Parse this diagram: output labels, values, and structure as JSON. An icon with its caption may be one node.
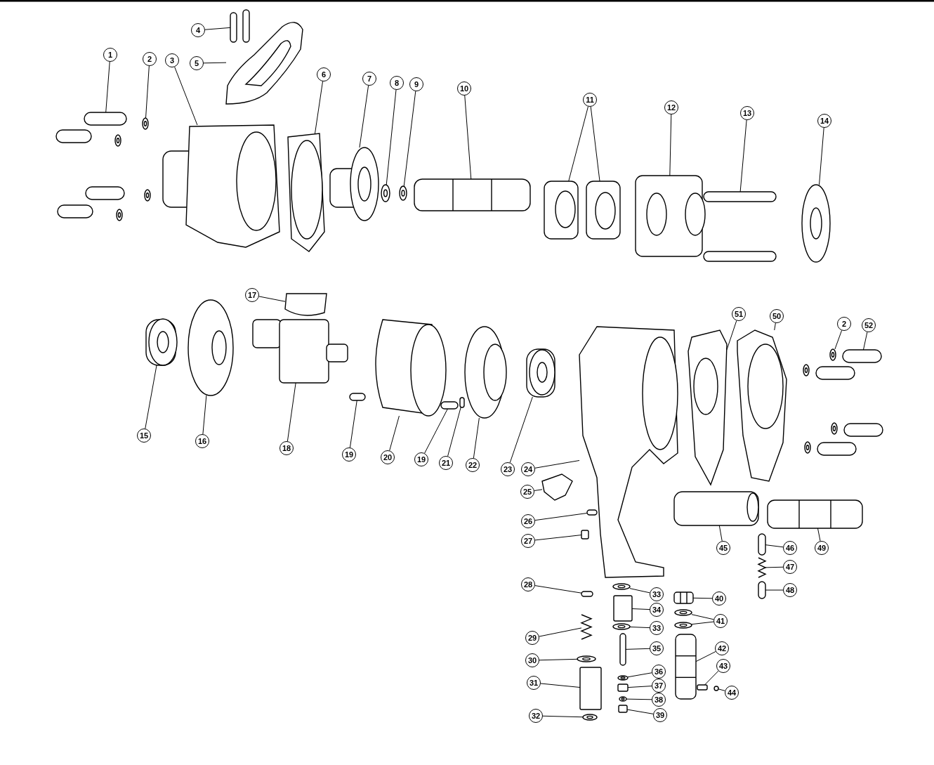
{
  "diagram": {
    "nodes": [
      {
        "text": [
          "1"
        ]
      },
      {
        "text": [
          "2"
        ]
      },
      {
        "text": [
          "3"
        ]
      },
      {
        "text": [
          "4"
        ]
      },
      {
        "text": [
          "5"
        ]
      },
      {
        "text": [
          "6"
        ]
      },
      {
        "text": [
          "7"
        ]
      },
      {
        "text": [
          "8"
        ]
      },
      {
        "text": [
          "9"
        ]
      },
      {
        "text": [
          "10"
        ]
      },
      {
        "text": [
          "11"
        ]
      },
      {
        "text": [
          "12"
        ]
      },
      {
        "text": [
          "13"
        ]
      },
      {
        "text": [
          "14"
        ]
      },
      {
        "text": [
          "15"
        ]
      },
      {
        "text": [
          "16"
        ]
      },
      {
        "text": [
          "17"
        ]
      },
      {
        "text": [
          "18"
        ]
      },
      {
        "text": [
          "19"
        ]
      },
      {
        "text": [
          "20"
        ]
      },
      {
        "text": [
          "19"
        ]
      },
      {
        "text": [
          "21"
        ]
      },
      {
        "text": [
          "22"
        ]
      },
      {
        "text": [
          "23"
        ]
      },
      {
        "text": [
          "24"
        ]
      },
      {
        "text": [
          "25"
        ]
      },
      {
        "text": [
          "26"
        ]
      },
      {
        "text": [
          "27"
        ]
      },
      {
        "text": [
          "28"
        ]
      },
      {
        "text": [
          "29"
        ]
      },
      {
        "text": [
          "30"
        ]
      },
      {
        "text": [
          "31"
        ]
      },
      {
        "text": [
          "32"
        ]
      },
      {
        "text": [
          "33"
        ]
      },
      {
        "text": [
          "34"
        ]
      },
      {
        "text": [
          "33"
        ]
      },
      {
        "text": [
          "35"
        ]
      },
      {
        "text": [
          "36"
        ]
      },
      {
        "text": [
          "37"
        ]
      },
      {
        "text": [
          "38"
        ]
      },
      {
        "text": [
          "39"
        ]
      },
      {
        "text": [
          "40"
        ]
      },
      {
        "text": [
          "41"
        ]
      },
      {
        "text": [
          "42"
        ]
      },
      {
        "text": [
          "43"
        ]
      },
      {
        "text": [
          "44"
        ]
      },
      {
        "text": [
          "45"
        ]
      },
      {
        "text": [
          "46"
        ]
      },
      {
        "text": [
          "47"
        ]
      },
      {
        "text": [
          "48"
        ]
      },
      {
        "text": [
          "49"
        ]
      },
      {
        "text": [
          "51"
        ]
      },
      {
        "text": [
          "50"
        ]
      },
      {
        "text": [
          "2"
        ]
      },
      {
        "text": [
          "52"
        ]
      },
      {
        "text": [],
        "shape": "ring"
      },
      {
        "text": [],
        "shape": "ring"
      },
      {
        "text": [],
        "shape": "ring"
      },
      {
        "text": [],
        "shape": "bar"
      },
      {
        "text": [],
        "shape": "bar"
      },
      {
        "text": [],
        "shape": "bar"
      },
      {
        "text": [],
        "shape": "box"
      },
      {
        "text": [],
        "shape": "bar"
      },
      {
        "text": [],
        "shape": "ring"
      },
      {
        "text": [],
        "shape": "ring"
      },
      {
        "text": [],
        "shape": "ring"
      },
      {
        "text": [],
        "shape": "ring"
      },
      {
        "text": [],
        "shape": "ring"
      },
      {
        "text": [],
        "shape": "box"
      },
      {
        "text": [],
        "shape": "ring"
      },
      {
        "text": [],
        "shape": "box"
      },
      {
        "text": [],
        "shape": "cylinder"
      },
      {
        "text": [],
        "shape": "ring"
      },
      {
        "text": [],
        "shape": "ring"
      },
      {
        "text": [],
        "shape": "box"
      },
      {
        "text": [],
        "shape": "circle"
      },
      {
        "text": [],
        "shape": "bar"
      },
      {
        "text": [],
        "shape": "bar"
      },
      {
        "text": [],
        "shape": "cylinder"
      },
      {
        "text": [],
        "shape": "ring"
      },
      {
        "text": [],
        "shape": "bar"
      },
      {
        "text": [],
        "shape": "spring"
      },
      {
        "text": [],
        "shape": "cylinder"
      },
      {
        "text": [],
        "shape": "cylinder"
      },
      {
        "text": [],
        "shape": "bar"
      },
      {
        "text": [],
        "shape": "box"
      },
      {
        "text": [],
        "shape": "bar"
      },
      {
        "text": [],
        "shape": "box"
      },
      {
        "text": [],
        "shape": "box"
      },
      {
        "text": [],
        "shape": "box"
      },
      {
        "text": [],
        "shape": "box"
      },
      {
        "text": [],
        "shape": "box"
      },
      {
        "text": [],
        "shape": "box"
      },
      {
        "text": [],
        "shape": "bar"
      },
      {
        "text": [],
        "shape": "ring"
      },
      {
        "text": [],
        "shape": "box"
      },
      {
        "text": [],
        "shape": "box"
      },
      {
        "text": [],
        "shape": "box"
      },
      {
        "text": [],
        "shape": "box"
      },
      {
        "text": [],
        "shape": "box"
      },
      {
        "text": [],
        "shape": "box"
      },
      {
        "text": [],
        "shape": "box"
      },
      {
        "text": [],
        "shape": "box"
      },
      {
        "text": [],
        "shape": "box"
      },
      {
        "text": [],
        "shape": "spring"
      },
      {
        "text": [],
        "shape": "box"
      },
      {
        "text": [],
        "shape": "box"
      },
      {
        "text": [],
        "shape": "bar"
      },
      {
        "text": [],
        "shape": "box"
      },
      {
        "text": [],
        "shape": "box"
      },
      {
        "text": [],
        "shape": "box"
      },
      {
        "text": [],
        "shape": "bar"
      },
      {
        "text": [],
        "shape": "bar"
      },
      {
        "text": [],
        "shape": "bar"
      },
      {
        "text": [],
        "shape": "bar"
      },
      {
        "text": [],
        "shape": "ring"
      },
      {
        "text": [],
        "shape": "ring"
      },
      {
        "text": [],
        "shape": "ring"
      },
      {
        "text": [],
        "shape": "bar"
      },
      {
        "text": [],
        "shape": "bar"
      },
      {
        "text": [],
        "shape": "ring"
      },
      {
        "text": [],
        "shape": "bar"
      },
      {
        "text": [],
        "shape": "ring"
      },
      {
        "text": [],
        "shape": "bar"
      },
      {
        "text": [],
        "shape": "ring"
      },
      {
        "text": [],
        "shape": "bar"
      }
    ],
    "edges": [
      {
        "from": 0,
        "to": 84,
        "arrow": "none"
      },
      {
        "from": 1,
        "to": 55,
        "arrow": "none"
      },
      {
        "from": 2,
        "to": 85,
        "arrow": "none"
      },
      {
        "from": 3,
        "to": 86,
        "arrow": "none"
      },
      {
        "from": 4,
        "to": 87,
        "arrow": "none"
      },
      {
        "from": 5,
        "to": 88,
        "arrow": "none"
      },
      {
        "from": 6,
        "to": 89,
        "arrow": "none"
      },
      {
        "from": 7,
        "to": 56,
        "arrow": "none"
      },
      {
        "from": 8,
        "to": 57,
        "arrow": "none"
      },
      {
        "from": 9,
        "to": 82,
        "arrow": "none"
      },
      {
        "from": 10,
        "to": 90,
        "arrow": "none"
      },
      {
        "from": 10,
        "to": 91,
        "arrow": "none"
      },
      {
        "from": 11,
        "to": 92,
        "arrow": "none"
      },
      {
        "from": 12,
        "to": 93,
        "arrow": "none"
      },
      {
        "from": 13,
        "to": 94,
        "arrow": "none"
      },
      {
        "from": 14,
        "to": 95,
        "arrow": "none"
      },
      {
        "from": 15,
        "to": 96,
        "arrow": "none"
      },
      {
        "from": 16,
        "to": 97,
        "arrow": "none"
      },
      {
        "from": 17,
        "to": 98,
        "arrow": "none"
      },
      {
        "from": 18,
        "to": 58,
        "arrow": "none"
      },
      {
        "from": 19,
        "to": 99,
        "arrow": "none"
      },
      {
        "from": 20,
        "to": 80,
        "arrow": "none"
      },
      {
        "from": 21,
        "to": 59,
        "arrow": "none"
      },
      {
        "from": 22,
        "to": 100,
        "arrow": "none"
      },
      {
        "from": 23,
        "to": 101,
        "arrow": "none"
      },
      {
        "from": 24,
        "to": 102,
        "arrow": "none"
      },
      {
        "from": 25,
        "to": 103,
        "arrow": "none"
      },
      {
        "from": 26,
        "to": 60,
        "arrow": "none"
      },
      {
        "from": 27,
        "to": 61,
        "arrow": "none"
      },
      {
        "from": 28,
        "to": 62,
        "arrow": "none"
      },
      {
        "from": 29,
        "to": 104,
        "arrow": "none"
      },
      {
        "from": 30,
        "to": 63,
        "arrow": "none"
      },
      {
        "from": 31,
        "to": 105,
        "arrow": "none"
      },
      {
        "from": 32,
        "to": 64,
        "arrow": "none"
      },
      {
        "from": 33,
        "to": 65,
        "arrow": "none"
      },
      {
        "from": 34,
        "to": 106,
        "arrow": "none"
      },
      {
        "from": 35,
        "to": 66,
        "arrow": "none"
      },
      {
        "from": 36,
        "to": 107,
        "arrow": "none"
      },
      {
        "from": 37,
        "to": 67,
        "arrow": "none"
      },
      {
        "from": 38,
        "to": 68,
        "arrow": "none"
      },
      {
        "from": 39,
        "to": 69,
        "arrow": "none"
      },
      {
        "from": 40,
        "to": 70,
        "arrow": "none"
      },
      {
        "from": 41,
        "to": 71,
        "arrow": "none"
      },
      {
        "from": 42,
        "to": 72,
        "arrow": "none"
      },
      {
        "from": 42,
        "to": 73,
        "arrow": "none"
      },
      {
        "from": 43,
        "to": 83,
        "arrow": "none"
      },
      {
        "from": 44,
        "to": 74,
        "arrow": "none"
      },
      {
        "from": 45,
        "to": 75,
        "arrow": "none"
      },
      {
        "from": 46,
        "to": 108,
        "arrow": "none"
      },
      {
        "from": 47,
        "to": 76,
        "arrow": "none"
      },
      {
        "from": 48,
        "to": 81,
        "arrow": "none"
      },
      {
        "from": 49,
        "to": 77,
        "arrow": "none"
      },
      {
        "from": 50,
        "to": 78,
        "arrow": "none"
      },
      {
        "from": 51,
        "to": 109,
        "arrow": "none"
      },
      {
        "from": 52,
        "to": 110,
        "arrow": "none"
      },
      {
        "from": 53,
        "to": 79,
        "arrow": "none"
      },
      {
        "from": 54,
        "to": 111,
        "arrow": "none"
      }
    ]
  }
}
